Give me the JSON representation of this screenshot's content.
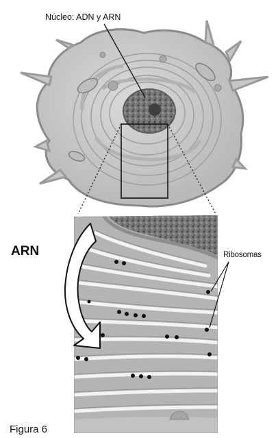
{
  "labels": {
    "nucleus": "Núcleo: ADN y ARN",
    "arn": "ARN",
    "ribosomes": "Ribosomas",
    "figure": "Figura 6"
  },
  "colors": {
    "cytoplasm": "#c9c9c9",
    "membrane": "#8a8a8a",
    "nucleus": "#6f6f6f",
    "er_cisterna": "#f2f2f2",
    "er_background": "#b5b5b5",
    "ribosome": "#111111"
  }
}
